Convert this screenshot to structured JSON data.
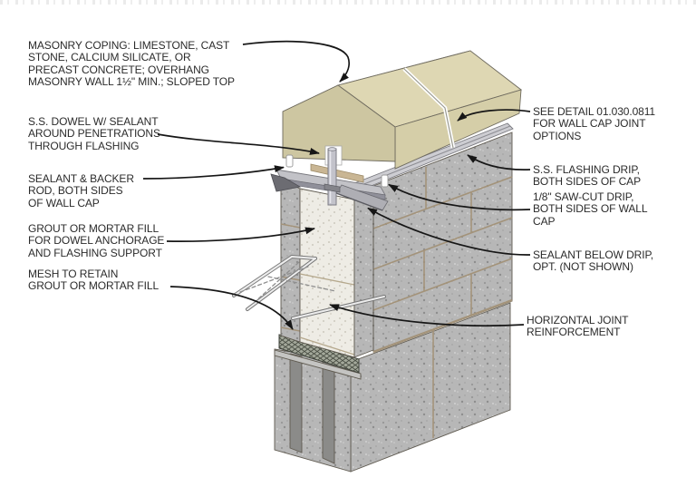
{
  "figure": {
    "kind": "isometric cutaway construction detail drawing",
    "components": [
      "coping-cap",
      "cap-joint",
      "wall-cap-flashing",
      "stainless-dowel",
      "cmu-wall",
      "grout-core",
      "joint-reinforcement-rods",
      "retaining-mesh",
      "base-block"
    ]
  },
  "colors": {
    "coping_top": "#ded7b3",
    "coping_end": "#cdc6a1",
    "coping_front": "#d5cea8",
    "coping_slope": "#b2ab8d",
    "wall_gray": "#b7b7b7",
    "grout_core": "#eeece5",
    "mortar_tan": "#a3937a",
    "flashing_gray": "#c6c6cb",
    "mesh_green_gray": "#a3a89a",
    "leader_black": "#161616",
    "text": "#2b2b2b"
  },
  "callouts": {
    "left": [
      {
        "id": "masonry-coping",
        "text": "MASONRY COPING: LIMESTONE, CAST\nSTONE,  CALCIUM SILICATE, OR\nPRECAST CONCRETE; OVERHANG\nMASONRY WALL 1½\" MIN.; SLOPED TOP"
      },
      {
        "id": "ss-dowel",
        "text": "S.S. DOWEL W/ SEALANT\nAROUND PENETRATIONS\nTHROUGH FLASHING"
      },
      {
        "id": "sealant-backer-rod",
        "text": "SEALANT & BACKER\nROD, BOTH SIDES\nOF WALL CAP"
      },
      {
        "id": "grout-fill",
        "text": "GROUT OR MORTAR FILL\nFOR DOWEL ANCHORAGE\nAND FLASHING SUPPORT"
      },
      {
        "id": "mesh",
        "text": "MESH TO RETAIN\nGROUT OR MORTAR FILL"
      }
    ],
    "right": [
      {
        "id": "see-detail",
        "text": "SEE DETAIL 01.030.0811\nFOR WALL CAP JOINT\nOPTIONS"
      },
      {
        "id": "flashing-drip",
        "text": "S.S. FLASHING DRIP,\nBOTH SIDES OF CAP"
      },
      {
        "id": "saw-cut-drip",
        "text": "1/8\" SAW-CUT DRIP,\nBOTH SIDES OF WALL\nCAP"
      },
      {
        "id": "sealant-below-drip",
        "text": "SEALANT BELOW DRIP,\nOPT. (NOT SHOWN)"
      },
      {
        "id": "horizontal-joint-reinforcement",
        "text": "HORIZONTAL JOINT\nREINFORCEMENT"
      }
    ]
  }
}
